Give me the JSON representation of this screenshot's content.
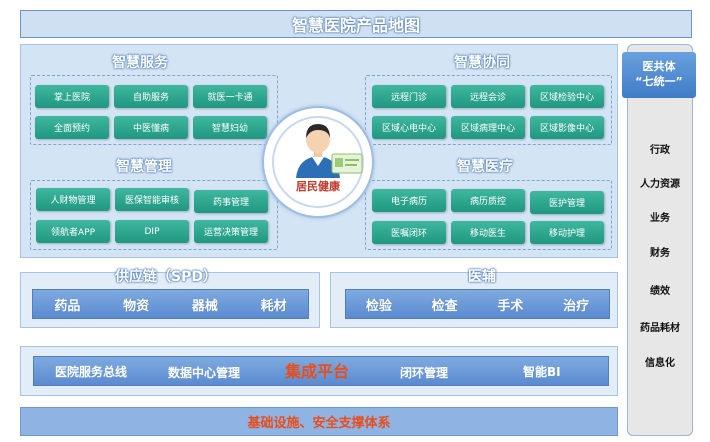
{
  "title": "智慧医院产品地图",
  "smart_service": {
    "title": "智慧服务",
    "items": [
      "掌上医院",
      "自助服务",
      "就医一卡通",
      "全面预约",
      "中医懂病",
      "智慧妇幼"
    ]
  },
  "smart_collab": {
    "title": "智慧协同",
    "items": [
      "远程门诊",
      "远程会诊",
      "区域检验中心",
      "区域心电中心",
      "区域病理中心",
      "区域影像中心"
    ]
  },
  "smart_manage": {
    "title": "智慧管理",
    "items": [
      "人财物管理",
      "医保智能审核",
      "药事管理",
      "领航者APP",
      "DIP",
      "运营决策管理"
    ]
  },
  "smart_medical": {
    "title": "智慧医疗",
    "items": [
      "电子病历",
      "病历质控",
      "医护管理",
      "医嘱闭环",
      "移动医生",
      "移动护理"
    ]
  },
  "center": {
    "label": "居民健康"
  },
  "supply": {
    "title": "供应链（SPD）",
    "items": [
      "药品",
      "物资",
      "器械",
      "耗材"
    ]
  },
  "aux": {
    "title": "医辅",
    "items": [
      "检验",
      "检查",
      "手术",
      "治疗"
    ]
  },
  "platform": {
    "title": "集成平台",
    "left": [
      "医院服务总线",
      "数据中心管理"
    ],
    "right": [
      "闭环管理",
      "智能BI"
    ]
  },
  "foundation": {
    "label": "基础设施、安全支撑体系"
  },
  "right_column": {
    "head_line1": "医共体",
    "head_line2": "“七统一”",
    "items": [
      "行政",
      "人力资源",
      "业务",
      "财务",
      "绩效",
      "药品耗材",
      "信息化"
    ]
  },
  "colors": {
    "accent_blue": "#5b8bd0",
    "button_green": "#2aa68e",
    "highlight_red": "#e84e1b",
    "center_red": "#c0392b"
  }
}
